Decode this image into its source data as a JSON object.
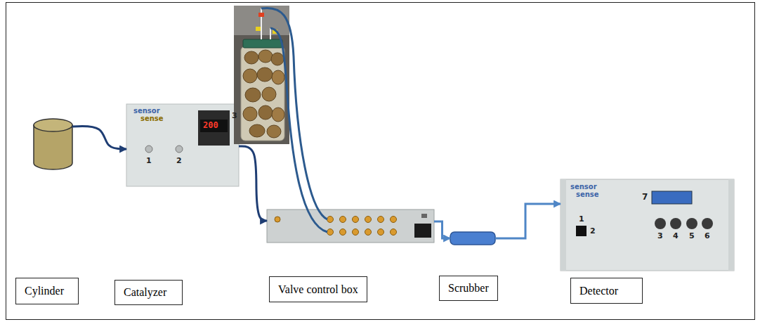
{
  "diagram": {
    "nodes": [
      {
        "text": [
          "Cylinder"
        ]
      },
      {
        "text": [
          "Catalyzer"
        ]
      },
      {
        "text": [
          "Valve control box"
        ]
      },
      {
        "text": [
          "Scrubber"
        ]
      },
      {
        "text": [
          "Detector"
        ]
      }
    ],
    "edges": [
      {
        "from": 0,
        "to": 1,
        "arrow": "to"
      },
      {
        "from": 1,
        "to": 2,
        "arrow": "to"
      },
      {
        "from": 2,
        "to": 3,
        "arrow": "to"
      },
      {
        "from": 3,
        "to": 4,
        "arrow": "to"
      }
    ],
    "labels": [
      "sensor",
      "sense",
      "3",
      "200",
      "1",
      "2",
      "sensor",
      "sense",
      "7",
      "1",
      "2",
      "3",
      "4",
      "5",
      "6"
    ]
  }
}
